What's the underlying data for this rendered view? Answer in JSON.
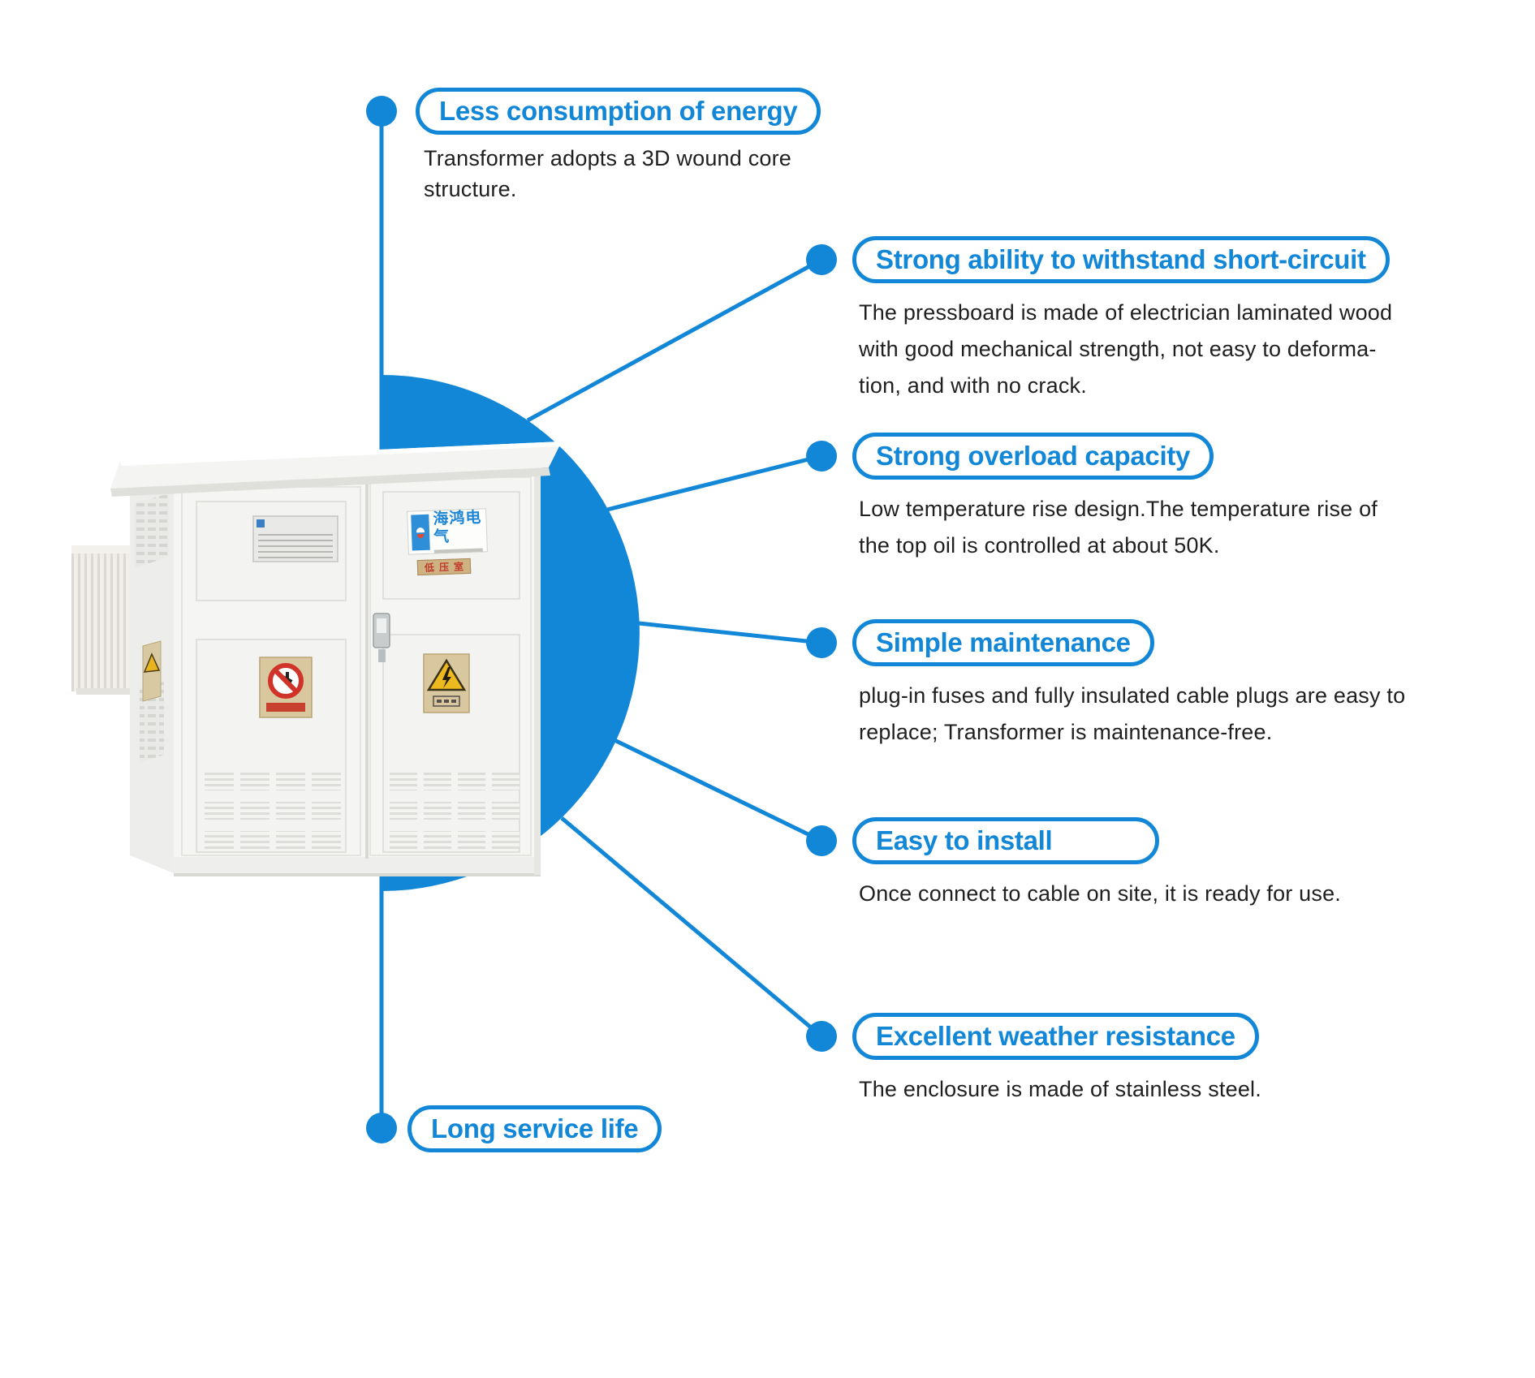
{
  "accent_color": "#1287d8",
  "text_color": "#1f1f1f",
  "features": [
    {
      "id": "less-consumption",
      "title": "Less consumption of energy",
      "description": "Transformer adopts a 3D wound core\nstructure."
    },
    {
      "id": "withstand-short-circuit",
      "title": "Strong ability to withstand short-circuit",
      "description": "The pressboard is made of electrician laminated wood\nwith good mechanical strength, not easy to deforma-\ntion, and with no crack."
    },
    {
      "id": "overload-capacity",
      "title": "Strong overload capacity",
      "description": "Low temperature rise design.The temperature rise of\nthe top oil is controlled at about 50K."
    },
    {
      "id": "simple-maintenance",
      "title": "Simple maintenance",
      "description": "plug-in fuses and fully insulated cable plugs are easy to\nreplace; Transformer is maintenance-free."
    },
    {
      "id": "easy-to-install",
      "title": "Easy to install",
      "description": "Once connect to cable on site, it is ready for use."
    },
    {
      "id": "weather-resistance",
      "title": "Excellent weather resistance",
      "description": "The enclosure is made of stainless steel."
    },
    {
      "id": "long-service-life",
      "title": "Long service life",
      "description": ""
    }
  ],
  "product": {
    "brand_sign_text": "海鸿电气",
    "plaque_text": "低压室"
  }
}
